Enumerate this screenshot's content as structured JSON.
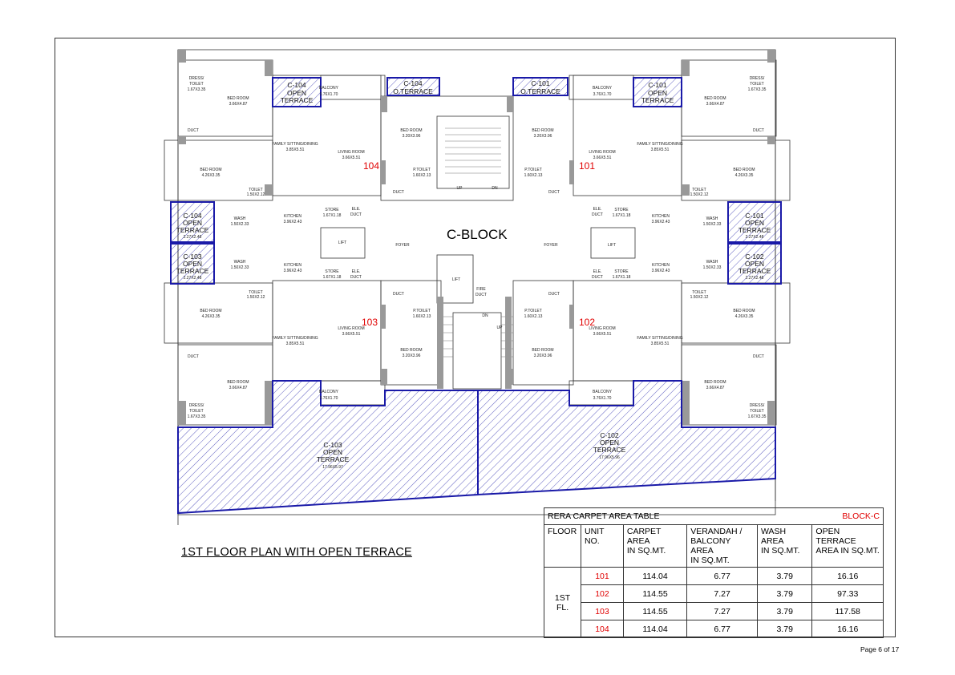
{
  "plan": {
    "block_label": "C-BLOCK",
    "title": "1ST FLOOR PLAN WITH OPEN TERRACE",
    "units": {
      "u101": "101",
      "u102": "102",
      "u103": "103",
      "u104": "104"
    },
    "rooms": {
      "bed_room": "BED ROOM",
      "bed_dim_a": "3.66X4.87",
      "bed_dim_b": "4.26X3.35",
      "bed_dim_c": "3.20X3.96",
      "dress_toilet_1": "DRESS/",
      "dress_toilet_2": "TOILET",
      "dress_dim": "1.67X3.35",
      "duct": "DUCT",
      "family": "FAMILY SITTING/DINING",
      "family_dim": "3.85X5.51",
      "living": "LIVING ROOM",
      "living_dim": "3.66X5.51",
      "toilet": "TOILET",
      "toilet_dim": "1.50X2.12",
      "p_toilet": "P.TOILET",
      "p_toilet_dim": "1.60X2.13",
      "balcony": "BALCONY",
      "balcony_dim": "3.76X1.70",
      "kitchen": "KITCHEN",
      "kitchen_dim": "3.96X2.43",
      "store": "STORE",
      "store_dim": "1.67X1.18",
      "wash": "WASH",
      "wash_dim": "1.50X2.33",
      "ele_duct_1": "ELE.",
      "ele_duct_2": "DUCT",
      "fire_duct_1": "FIRE",
      "fire_duct_2": "DUCT",
      "lift": "LIFT",
      "foyer": "FOYER",
      "up": "UP",
      "dn": "DN"
    },
    "terraces": {
      "t104_top_a": "C-104",
      "t104_top_b": "OPEN",
      "t104_top_c": "TERRACE",
      "t104_ot_a": "C-104",
      "t104_ot_b": "O.TERRACE",
      "t101_ot_a": "C-101",
      "t101_ot_b": "O.TERRACE",
      "t101_top_a": "C-101",
      "t101_top_b": "OPEN",
      "t101_top_c": "TERRACE",
      "t104_side_a": "C-104",
      "t104_side_b": "OPEN",
      "t104_side_c": "TERRACE",
      "t103_side_a": "C-103",
      "t103_side_b": "OPEN",
      "t103_side_c": "TERRACE",
      "t101_side_a": "C-101",
      "t101_side_b": "OPEN",
      "t101_side_c": "TERRACE",
      "t102_side_a": "C-102",
      "t102_side_b": "OPEN",
      "t102_side_c": "TERRACE",
      "side_dim": "2.27X2.48",
      "big103_a": "C-103",
      "big103_b": "OPEN",
      "big103_c": "TERRACE",
      "big103_dim": "17.96X5.97",
      "big102_a": "C-102",
      "big102_b": "OPEN",
      "big102_c": "TERRACE",
      "big102_dim": "17.96X5.96"
    }
  },
  "table": {
    "title": "RERA CARPET AREA TABLE",
    "block": "BLOCK-C",
    "headers": {
      "floor": "FLOOR",
      "unit": "UNIT NO.",
      "carpet_1": "CARPET AREA",
      "carpet_2": "IN SQ.MT.",
      "veranda_1": "VERANDAH /",
      "veranda_2": "BALCONY AREA",
      "veranda_3": "IN SQ.MT.",
      "wash_1": "WASH AREA",
      "wash_2": "IN SQ.MT.",
      "terrace_1": "OPEN TERRACE",
      "terrace_2": "AREA IN SQ.MT."
    },
    "floor_label": "1ST FL.",
    "rows": [
      {
        "unit": "101",
        "carpet": "114.04",
        "veranda": "6.77",
        "wash": "3.79",
        "terrace": "16.16"
      },
      {
        "unit": "102",
        "carpet": "114.55",
        "veranda": "7.27",
        "wash": "3.79",
        "terrace": "97.33"
      },
      {
        "unit": "103",
        "carpet": "114.55",
        "veranda": "7.27",
        "wash": "3.79",
        "terrace": "117.58"
      },
      {
        "unit": "104",
        "carpet": "114.04",
        "veranda": "6.77",
        "wash": "3.79",
        "terrace": "16.16"
      }
    ]
  },
  "footer": {
    "page": "Page 6 of 17"
  },
  "colors": {
    "terrace_outline": "#1a1aa8",
    "unit_number": "#e00000",
    "wall": "#999999"
  }
}
